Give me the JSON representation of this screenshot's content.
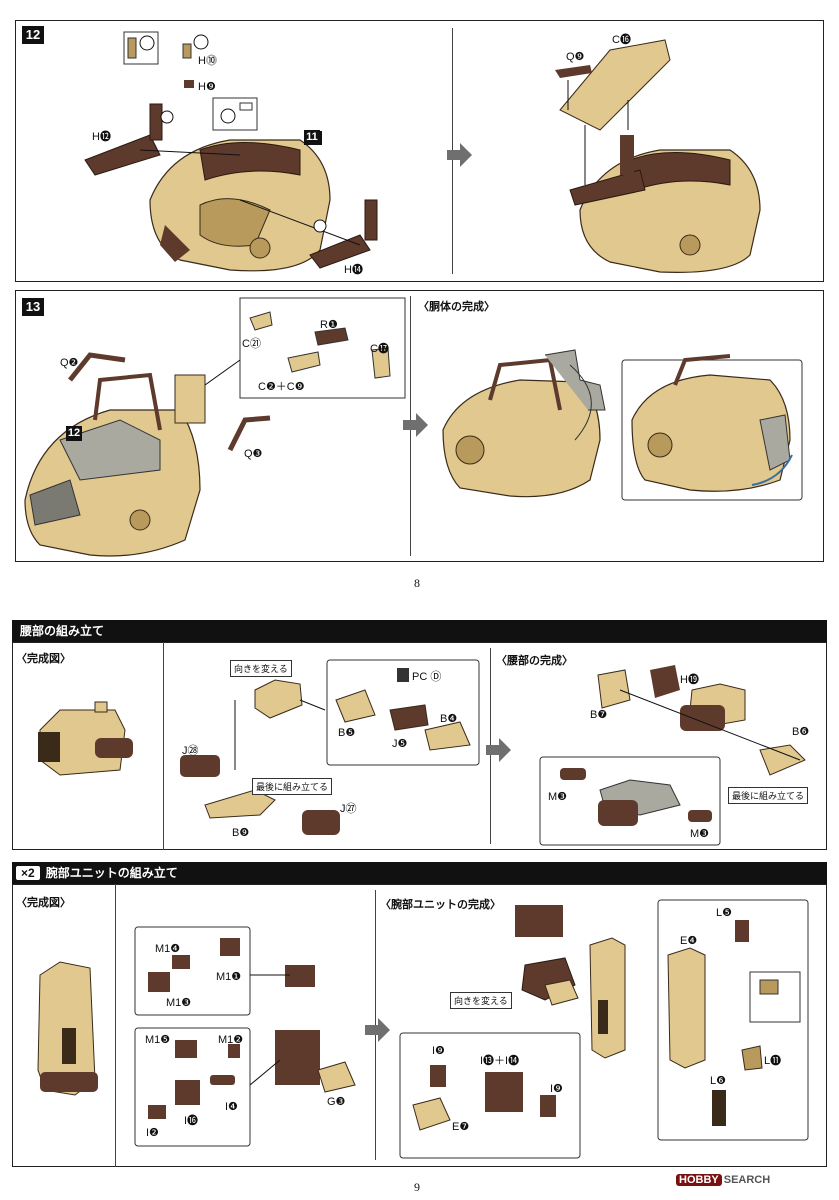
{
  "page_top": {
    "step12": "12",
    "step13": "13",
    "ref11": "11",
    "ref12": "12",
    "labels12": {
      "h10": "H⓾",
      "h9": "H❾",
      "h12": "H⓬",
      "h14": "H⓮",
      "c16": "C⓰",
      "q9": "Q❾"
    },
    "labels13": {
      "q2": "Q❷",
      "q3": "Q❸",
      "r1": "R❶",
      "c21": "C㉑",
      "c17": "C⓱",
      "c2c9": "C❷＋C❾"
    },
    "completion_title": "〈胴体の完成〉",
    "page_number": "8"
  },
  "waist": {
    "header": "腰部の組み立て",
    "complete_view": "〈完成図〉",
    "change_direction": "向きを変える",
    "assemble_last": "最後に組み立てる",
    "assemble_last_2": "最後に組み立てる",
    "completion_title": "〈腰部の完成〉",
    "labels": {
      "pcd": "PC Ⓓ",
      "b5": "B❺",
      "b4": "B❹",
      "j5": "J❺",
      "j28": "J㉘",
      "j27": "J㉗",
      "b9": "B❾",
      "h19": "H⓳",
      "b7": "B❼",
      "b6": "B❻",
      "m3a": "M❸",
      "m3b": "M❸"
    }
  },
  "arm": {
    "multiplier": "×2",
    "header": "腕部ユニットの組み立て",
    "complete_view": "〈完成図〉",
    "completion_title": "〈腕部ユニットの完成〉",
    "change_direction": "向きを変える",
    "labels": {
      "m14": "M1❹",
      "m11": "M1❶",
      "m13": "M1❸",
      "m15": "M1❺",
      "m12": "M1❷",
      "i16": "I⓰",
      "i4": "I❹",
      "i2": "I❷",
      "g3": "G❸",
      "i9a": "I❾",
      "i13i14": "I⓭＋I⓮",
      "i9b": "I❾",
      "e7": "E❼",
      "l5": "L❺",
      "e4": "E❹",
      "l11": "L⓫",
      "l6": "L❻"
    },
    "page_number": "9"
  },
  "watermark": {
    "brand": "HOBBY",
    "suffix": "SEARCH"
  },
  "colors": {
    "tan": "#e0c88e",
    "tan_dark": "#b89a5c",
    "brown": "#5e3a2c",
    "gray": "#a9a9a0",
    "header_bg": "#111111"
  }
}
